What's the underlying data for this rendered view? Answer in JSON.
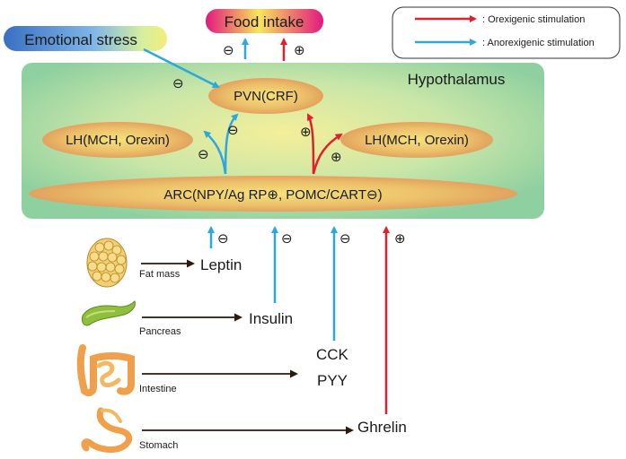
{
  "legend": {
    "orexigenic": {
      "label": ": Orexigenic stimulation",
      "color": "#e0202a"
    },
    "anorexigenic": {
      "label": ": Anorexigenic stimulation",
      "color": "#2aa8df"
    }
  },
  "food_intake": "Food intake",
  "emotional_stress": "Emotional stress",
  "hypothalamus": "Hypothalamus",
  "nodes": {
    "pvn": "PVN(CRF)",
    "lh_left": "LH(MCH, Orexin)",
    "lh_right": "LH(MCH, Orexin)",
    "arc": "ARC(NPY/Ag RP⊕, POMC/CART⊖)"
  },
  "signs": {
    "plus": "⊕",
    "minus": "⊖"
  },
  "organs": {
    "fat": "Fat mass",
    "pancreas": "Pancreas",
    "intestine": "Intestine",
    "stomach": "Stomach"
  },
  "hormones": {
    "leptin": "Leptin",
    "insulin": "Insulin",
    "cck": "CCK",
    "pyy": "PYY",
    "ghrelin": "Ghrelin"
  }
}
